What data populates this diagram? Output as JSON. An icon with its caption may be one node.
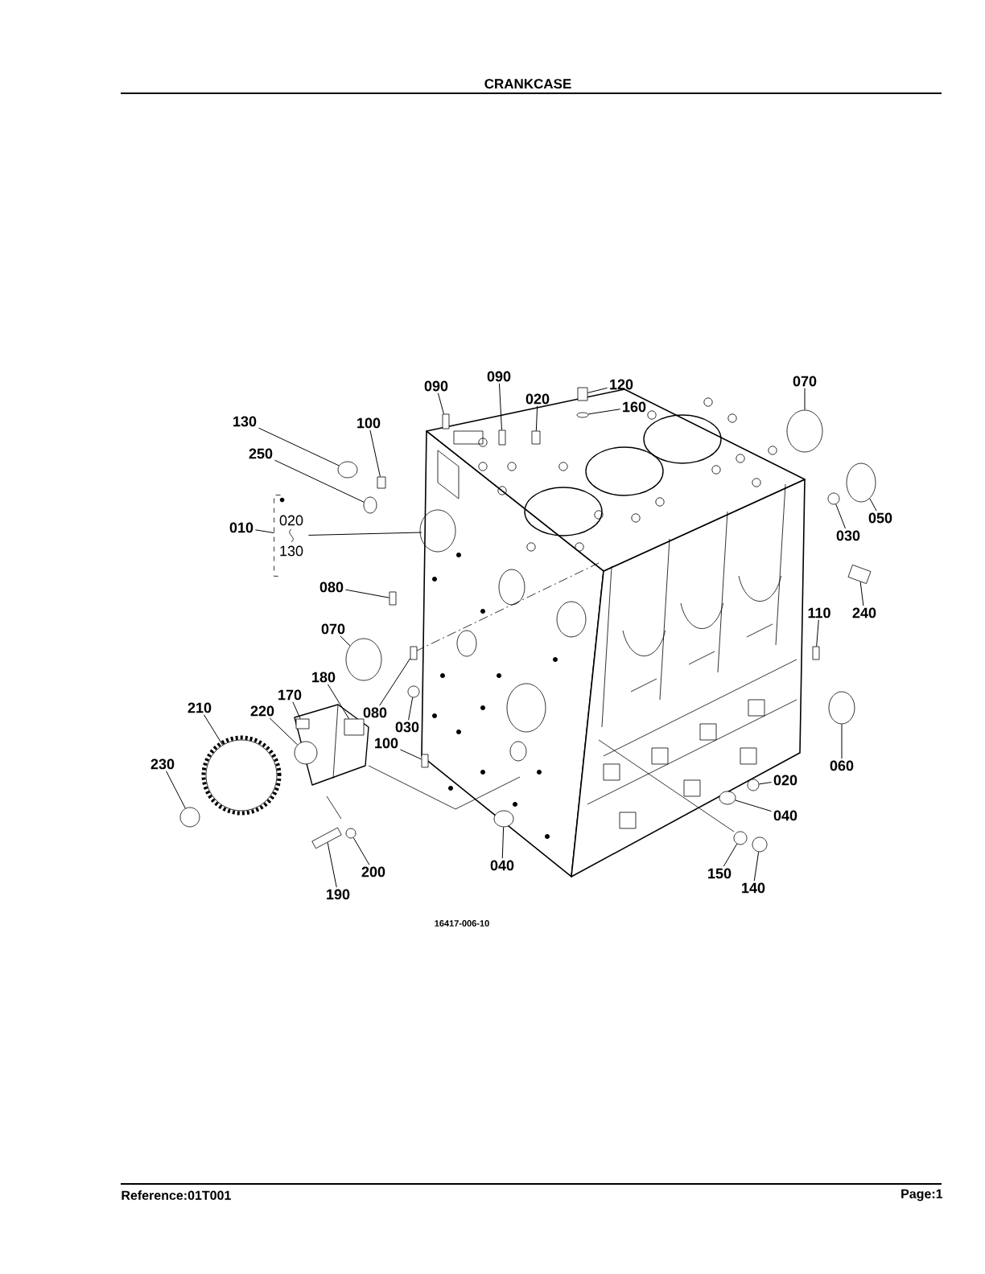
{
  "diagram": {
    "title": "CRANKCASE",
    "nodes": [
      {
        "text": [
          "090"
        ]
      },
      {
        "text": [
          "070"
        ]
      },
      {
        "text": [
          "120"
        ]
      },
      {
        "text": [
          "090"
        ]
      },
      {
        "text": [
          "020"
        ]
      },
      {
        "text": [
          "160"
        ]
      },
      {
        "text": [
          "130"
        ]
      },
      {
        "text": [
          "100"
        ]
      },
      {
        "text": [
          "250"
        ]
      },
      {
        "text": [
          "050"
        ]
      },
      {
        "text": [
          "010"
        ]
      },
      {
        "text": [
          "030"
        ]
      },
      {
        "text": [
          "080"
        ]
      },
      {
        "text": [
          "240"
        ]
      },
      {
        "text": [
          "110"
        ]
      },
      {
        "text": [
          "070"
        ]
      },
      {
        "text": [
          "180"
        ]
      },
      {
        "text": [
          "170"
        ]
      },
      {
        "text": [
          "220"
        ]
      },
      {
        "text": [
          "080"
        ]
      },
      {
        "text": [
          "030"
        ]
      },
      {
        "text": [
          "210"
        ]
      },
      {
        "text": [
          "100"
        ]
      },
      {
        "text": [
          "230"
        ]
      },
      {
        "text": [
          "060"
        ]
      },
      {
        "text": [
          "020"
        ]
      },
      {
        "text": [
          "040"
        ]
      },
      {
        "text": [
          "200"
        ]
      },
      {
        "text": [
          "040"
        ]
      },
      {
        "text": [
          "150"
        ]
      },
      {
        "text": [
          "140"
        ]
      },
      {
        "text": [
          "190"
        ]
      },
      {
        "text": [
          "020",
          "130"
        ]
      },
      {
        "text": [],
        "shape": "box"
      },
      {
        "text": [],
        "shape": "circle"
      },
      {
        "text": [],
        "shape": "box"
      },
      {
        "text": [],
        "shape": "box"
      },
      {
        "text": [],
        "shape": "box"
      },
      {
        "text": [],
        "shape": "circle"
      },
      {
        "text": [],
        "shape": "circle"
      },
      {
        "text": [],
        "shape": "box"
      },
      {
        "text": [],
        "shape": "circle"
      },
      {
        "text": [],
        "shape": "circle"
      },
      {
        "text": [],
        "shape": "circle"
      },
      {
        "text": [],
        "shape": "box"
      },
      {
        "text": [],
        "shape": "box"
      },
      {
        "text": [],
        "shape": "box"
      },
      {
        "text": [],
        "shape": "circle"
      },
      {
        "text": [],
        "shape": "box"
      },
      {
        "text": [],
        "shape": "box"
      },
      {
        "text": [],
        "shape": "circle"
      },
      {
        "text": [],
        "shape": "box"
      },
      {
        "text": [],
        "shape": "circle"
      },
      {
        "text": [],
        "shape": "circle"
      },
      {
        "text": [],
        "shape": "box"
      },
      {
        "text": [],
        "shape": "circle"
      },
      {
        "text": [],
        "shape": "circle"
      },
      {
        "text": [],
        "shape": "circle"
      },
      {
        "text": [],
        "shape": "circle"
      },
      {
        "text": [],
        "shape": "circle"
      },
      {
        "text": [],
        "shape": "circle"
      },
      {
        "text": [],
        "shape": "circle"
      },
      {
        "text": [],
        "shape": "circle"
      },
      {
        "text": [],
        "shape": "box"
      }
    ],
    "edges": [
      {
        "from": 0,
        "to": 33,
        "arrow": "none"
      },
      {
        "from": 1,
        "to": 34,
        "arrow": "none"
      },
      {
        "from": 2,
        "to": 35,
        "arrow": "none"
      },
      {
        "from": 3,
        "to": 36,
        "arrow": "none"
      },
      {
        "from": 4,
        "to": 37,
        "arrow": "none"
      },
      {
        "from": 5,
        "to": 38,
        "arrow": "none"
      },
      {
        "from": 6,
        "to": 39,
        "arrow": "none"
      },
      {
        "from": 7,
        "to": 40,
        "arrow": "none"
      },
      {
        "from": 8,
        "to": 41,
        "arrow": "none"
      },
      {
        "from": 9,
        "to": 42,
        "arrow": "none"
      },
      {
        "from": 10,
        "to": 32,
        "arrow": "none"
      },
      {
        "from": 11,
        "to": 43,
        "arrow": "none"
      },
      {
        "from": 12,
        "to": 44,
        "arrow": "none"
      },
      {
        "from": 13,
        "to": 45,
        "arrow": "none"
      },
      {
        "from": 14,
        "to": 46,
        "arrow": "none"
      },
      {
        "from": 15,
        "to": 47,
        "arrow": "none"
      },
      {
        "from": 16,
        "to": 48,
        "arrow": "none"
      },
      {
        "from": 17,
        "to": 49,
        "arrow": "none"
      },
      {
        "from": 18,
        "to": 50,
        "arrow": "none"
      },
      {
        "from": 19,
        "to": 51,
        "arrow": "none"
      },
      {
        "from": 20,
        "to": 52,
        "arrow": "none"
      },
      {
        "from": 21,
        "to": 53,
        "arrow": "none"
      },
      {
        "from": 22,
        "to": 54,
        "arrow": "none"
      },
      {
        "from": 23,
        "to": 55,
        "arrow": "none"
      },
      {
        "from": 24,
        "to": 56,
        "arrow": "none"
      },
      {
        "from": 25,
        "to": 57,
        "arrow": "none"
      },
      {
        "from": 26,
        "to": 58,
        "arrow": "none"
      },
      {
        "from": 27,
        "to": 59,
        "arrow": "none"
      },
      {
        "from": 28,
        "to": 60,
        "arrow": "none"
      },
      {
        "from": 29,
        "to": 61,
        "arrow": "none"
      },
      {
        "from": 30,
        "to": 62,
        "arrow": "none"
      },
      {
        "from": 31,
        "to": 63,
        "arrow": "none"
      },
      {
        "from": 32,
        "to": null,
        "arrow": "none"
      }
    ],
    "labels": [
      "16417-006-10",
      "Reference:01T001",
      "Page:1"
    ]
  }
}
